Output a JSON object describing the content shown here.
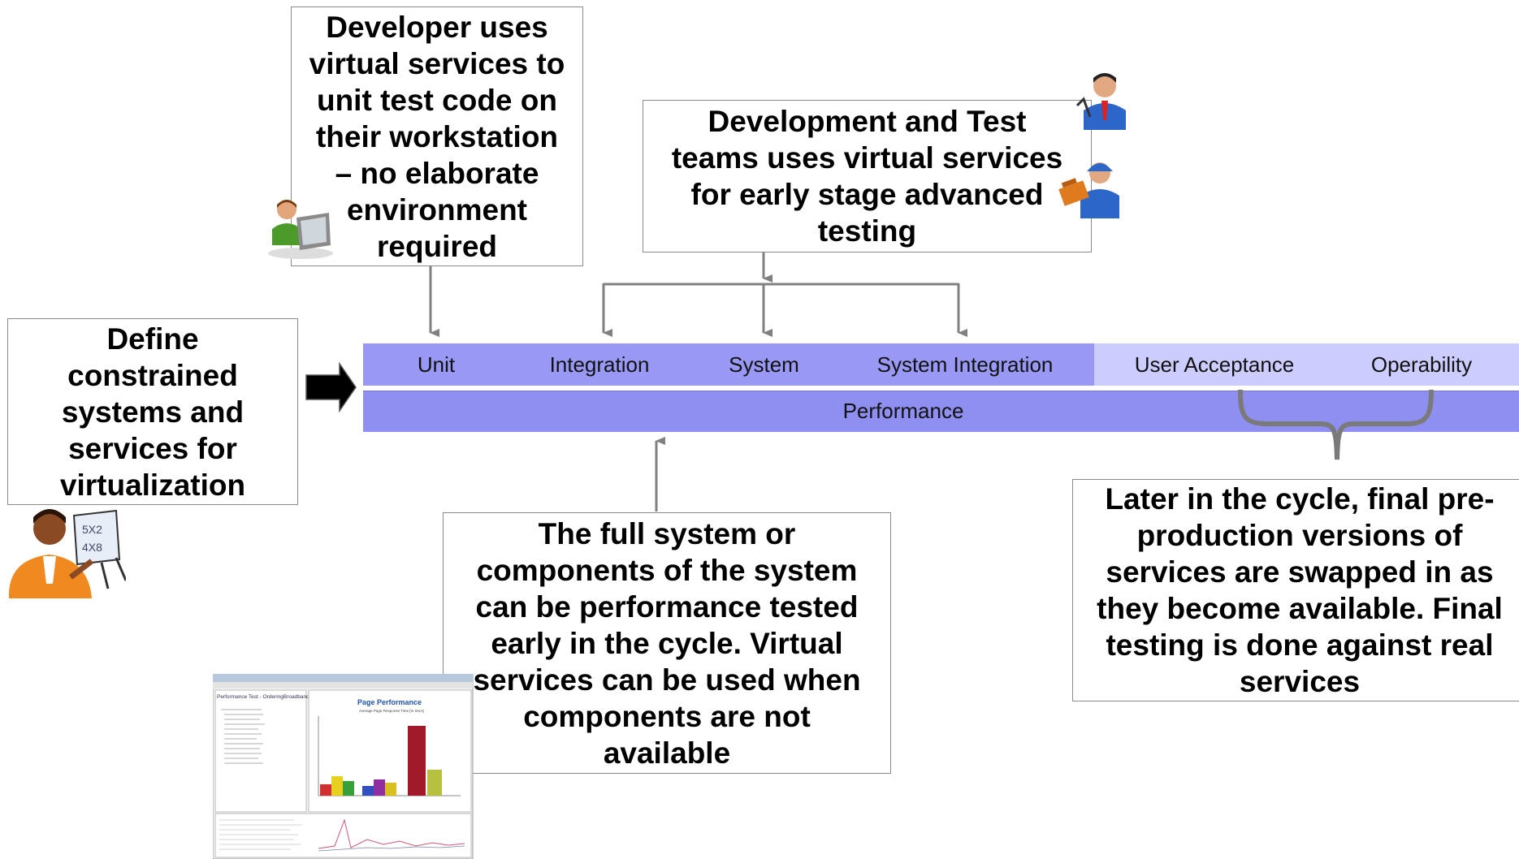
{
  "boxes": {
    "developer": "Developer uses\nvirtual services to\nunit test code on\ntheir workstation\n– no elaborate\nenvironment\nrequired",
    "dev_test": "Development and Test\nteams uses virtual services\nfor early stage advanced\ntesting",
    "define": "Define\nconstrained\nsystems and\nservices for\nvirtualization",
    "performance": "The full system or\ncomponents of the system\ncan be performance tested\nearly in the cycle.  Virtual\nservices can be used when\ncomponents are not\navailable",
    "later": "Later in the cycle, final pre-\nproduction versions of\nservices are swapped in as\nthey become available. Final\ntesting is done against real\nservices"
  },
  "phases": [
    "Unit",
    "Integration",
    "System",
    "System Integration",
    "User Acceptance",
    "Operability"
  ],
  "performance_label": "Performance",
  "screenshot": {
    "title": "Performance Test - OrderingBroadband.rts",
    "chart_title": "Page Performance",
    "chart_subtitle": "Average Page Response Time [In Secs]"
  },
  "colors": {
    "phase_dark": "#9999f5",
    "phase_light": "#ccccff",
    "performance": "#8f8ff2",
    "arrow": "#808080"
  }
}
